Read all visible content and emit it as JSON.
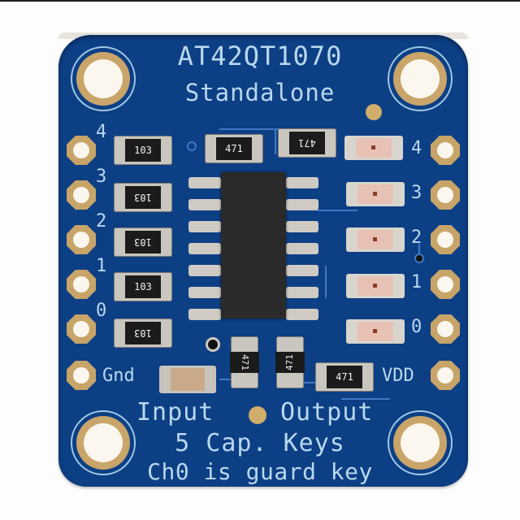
{
  "scene": {
    "type": "product photo",
    "subject": "Breakout circuit board (blue PCB)",
    "background_color": "#fdfdfd",
    "board_color": "#0d3f85",
    "silkscreen_color": "#b9d8ee",
    "pad_color": "#c7a468"
  },
  "silkscreen": {
    "title": "AT42QT1070",
    "subtitle": "Standalone",
    "bottom_line1_left": "Input",
    "bottom_line1_right": "Output",
    "bottom_line2": "5 Cap. Keys",
    "bottom_line3": "Ch0 is guard key"
  },
  "left_pins": [
    {
      "label": "4"
    },
    {
      "label": "3"
    },
    {
      "label": "2"
    },
    {
      "label": "1"
    },
    {
      "label": "0"
    },
    {
      "label": "Gnd"
    }
  ],
  "right_pins": [
    {
      "label": "4"
    },
    {
      "label": "3"
    },
    {
      "label": "2"
    },
    {
      "label": "1"
    },
    {
      "label": "0"
    },
    {
      "label": "VDD"
    }
  ],
  "resistors": {
    "input_resistor_code": "103",
    "top_left_code": "471",
    "top_right_code": "471",
    "bottom_left_code": "471",
    "bottom_mid_code": "471",
    "vdd_code": "471"
  },
  "ic": {
    "package": "SOIC-14",
    "pins_per_side": 7
  }
}
